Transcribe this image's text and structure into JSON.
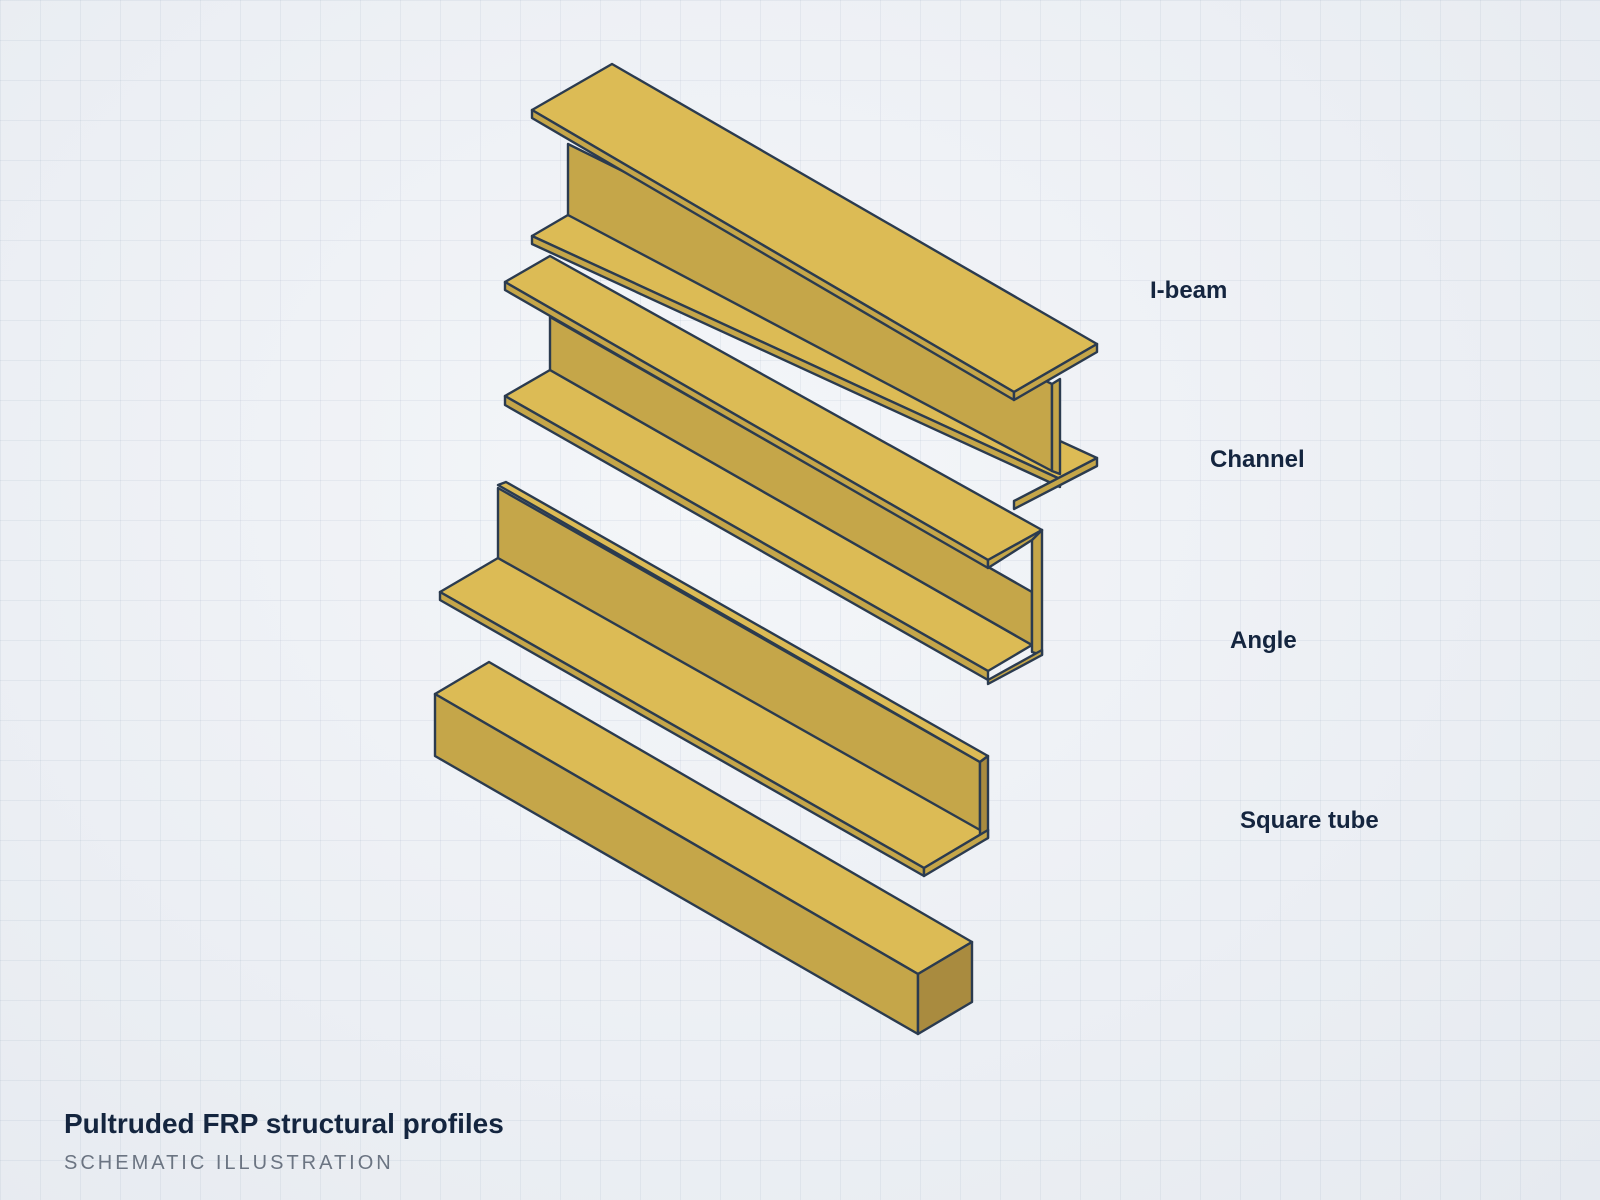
{
  "profiles": [
    {
      "id": "ibeam",
      "label": "I-beam"
    },
    {
      "id": "channel",
      "label": "Channel"
    },
    {
      "id": "angle",
      "label": "Angle"
    },
    {
      "id": "tube",
      "label": "Square tube"
    }
  ],
  "caption": {
    "title": "Pultruded FRP structural profiles",
    "subtitle": "SCHEMATIC ILLUSTRATION"
  },
  "colors": {
    "face_top": "#dcbb55",
    "face_side": "#c5a649",
    "face_dark": "#a98b3f",
    "outline": "#2b3b4f",
    "text": "#14253f",
    "subtext": "#6b7482",
    "background": "#eef1f5"
  }
}
